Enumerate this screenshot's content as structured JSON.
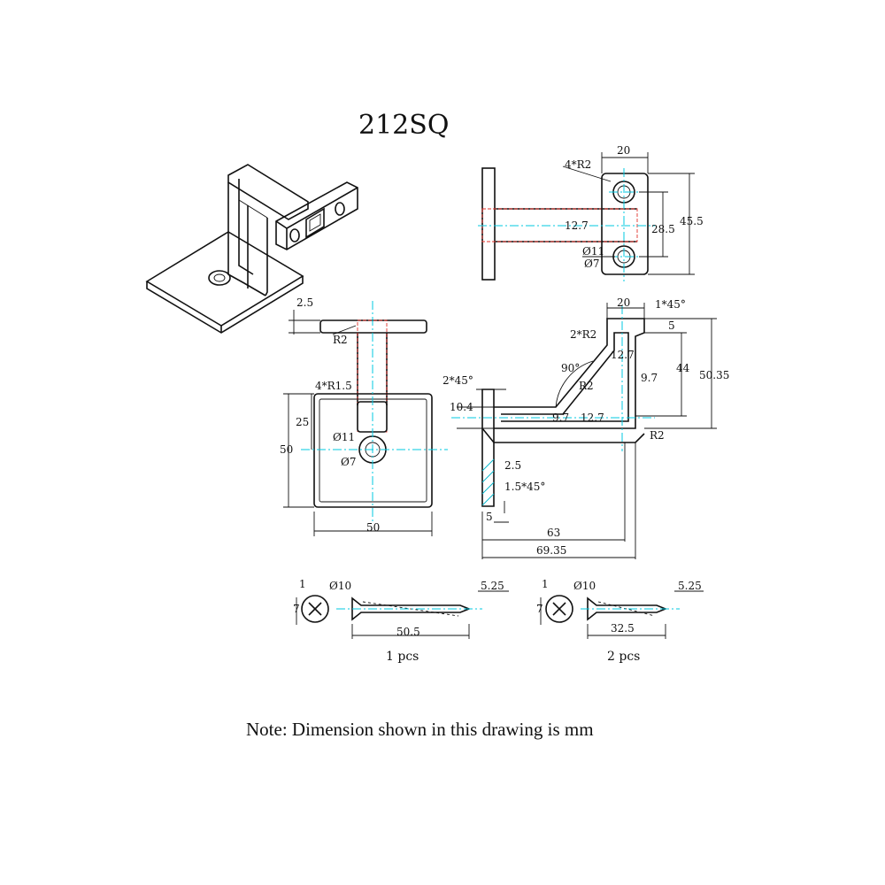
{
  "title": "212SQ",
  "note": "Note: Dimension shown in this drawing is mm",
  "top_view": {
    "width": "20",
    "corner": "4*R2",
    "tube": "12.7",
    "hole_spacing": "28.5",
    "height": "45.5",
    "hole_outer": "Ø11",
    "hole_inner": "Ø7"
  },
  "left_view": {
    "plate_thk": "2.5",
    "radius": "R2",
    "corner": "4*R1.5",
    "half": "25",
    "height": "50",
    "width": "50",
    "hole_outer": "Ø11",
    "hole_inner": "Ø7"
  },
  "side_view": {
    "chamfer_top": "2*45°",
    "thk_104": "10.4",
    "arm_97a": "9.7",
    "arm_127a": "12.7",
    "angle": "90°",
    "r2a": "R2",
    "r2b": "2*R2",
    "w20": "20",
    "ch1": "1*45°",
    "s5": "5",
    "tube_127": "12.7",
    "tube_97": "9.7",
    "h44": "44",
    "h5035": "50.35",
    "r2c": "R2",
    "thk25": "2.5",
    "ch15": "1.5*45°",
    "b5": "5",
    "l63": "63",
    "l6935": "69.35"
  },
  "screw1": {
    "a": "1",
    "b": "7",
    "head": "Ø10",
    "tip": "5.25",
    "len": "50.5",
    "qty": "1 pcs"
  },
  "screw2": {
    "a": "1",
    "b": "7",
    "head": "Ø10",
    "tip": "5.25",
    "len": "32.5",
    "qty": "2 pcs"
  }
}
